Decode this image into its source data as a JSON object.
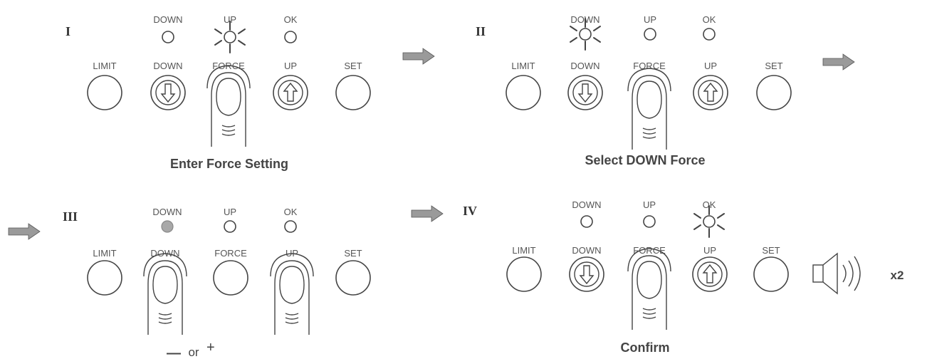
{
  "panels": [
    {
      "step": "I",
      "leds": [
        "DOWN",
        "UP",
        "OK"
      ],
      "buttons": [
        "LIMIT",
        "DOWN",
        "FORCE",
        "UP",
        "SET"
      ],
      "caption": "Enter Force Setting"
    },
    {
      "step": "II",
      "leds": [
        "DOWN",
        "UP",
        "OK"
      ],
      "buttons": [
        "LIMIT",
        "DOWN",
        "FORCE",
        "UP",
        "SET"
      ],
      "caption": "Select DOWN Force"
    },
    {
      "step": "III",
      "leds": [
        "DOWN",
        "UP",
        "OK"
      ],
      "buttons": [
        "LIMIT",
        "DOWN",
        "FORCE",
        "UP",
        "SET"
      ],
      "minus": "—",
      "or": "or",
      "plus": "+"
    },
    {
      "step": "IV",
      "leds": [
        "DOWN",
        "UP",
        "OK"
      ],
      "buttons": [
        "LIMIT",
        "DOWN",
        "FORCE",
        "UP",
        "SET"
      ],
      "caption": "Confirm",
      "beep_count": "x2"
    }
  ],
  "colors": {
    "line": "#444444",
    "arrow": "#9a9a9a",
    "led_lit_solid": "#a8a8a8"
  }
}
